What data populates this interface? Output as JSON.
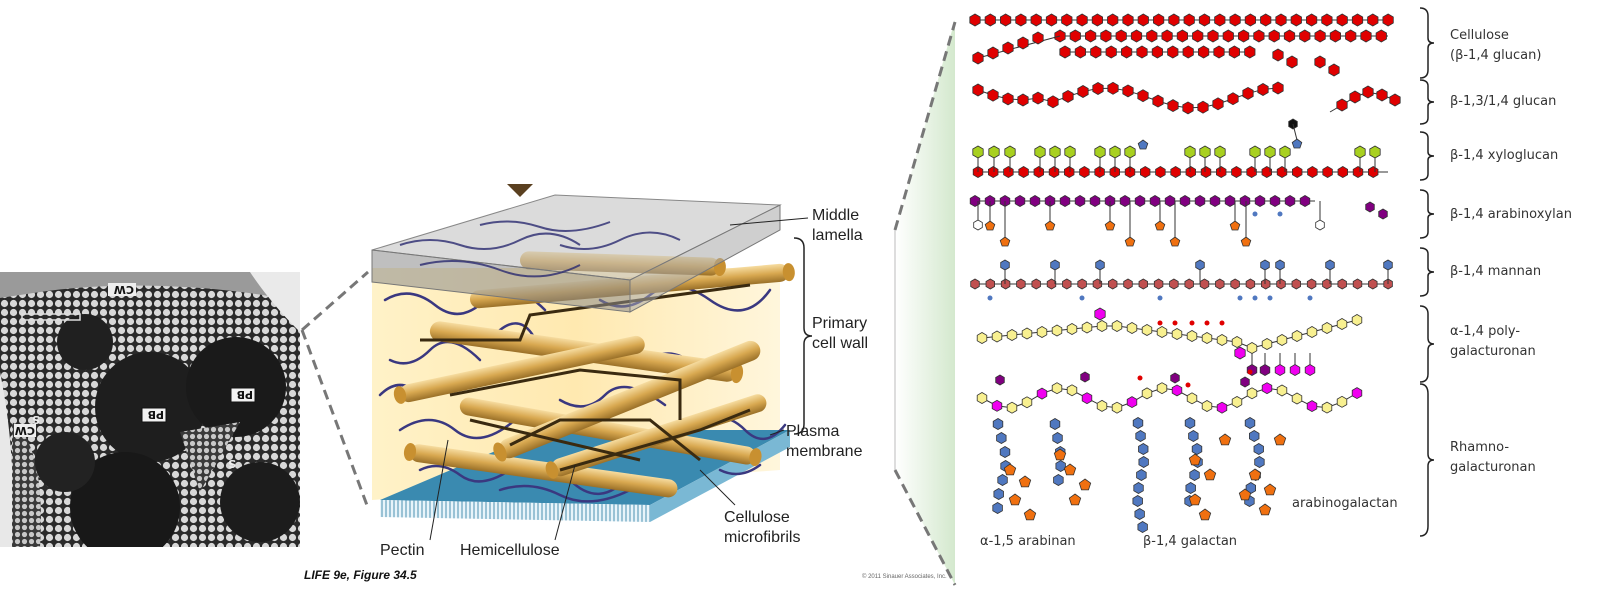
{
  "micrograph": {
    "labels": [
      "CW",
      "CW",
      "S",
      "PB",
      "PB",
      "S"
    ]
  },
  "figure_caption": "LIFE 9e, Figure 34.5",
  "copyright": "© 2011 Sinauer Associates, Inc.",
  "wall_diagram": {
    "labels": {
      "middle_lamella": [
        "Middle",
        "lamella"
      ],
      "primary_wall": [
        "Primary",
        "cell wall"
      ],
      "plasma_membrane": [
        "Plasma",
        "membrane"
      ],
      "pectin": "Pectin",
      "hemicellulose": "Hemicellulose",
      "cellulose_microfibrils": [
        "Cellulose",
        "microfibrils"
      ]
    }
  },
  "polysaccharides": {
    "groups": [
      {
        "lines": [
          "Cellulose",
          "(β-1,4 glucan)"
        ]
      },
      {
        "lines": [
          "β-1,3/1,4 glucan"
        ]
      },
      {
        "lines": [
          "β-1,4 xyloglucan"
        ]
      },
      {
        "lines": [
          "β-1,4 arabinoxylan"
        ]
      },
      {
        "lines": [
          "β-1,4 mannan"
        ]
      },
      {
        "lines": [
          "α-1,4 poly-",
          "galacturonan"
        ]
      },
      {
        "lines": [
          "Rhamno-",
          "galacturonan"
        ]
      }
    ],
    "sublabels": {
      "arabinan": "α-1,5 arabinan",
      "galactan": "β-1,4 galactan",
      "arabinogalactan": "arabinogalactan"
    }
  },
  "colors": {
    "glucose": "#e00000",
    "xylose": "#a8d020",
    "arabinose": "#f07010",
    "galactose": "#5078c0",
    "mannose": "#c05050",
    "galacturonic": "#f8f090",
    "rhamnose": "#f000f0",
    "purple": "#800080"
  }
}
